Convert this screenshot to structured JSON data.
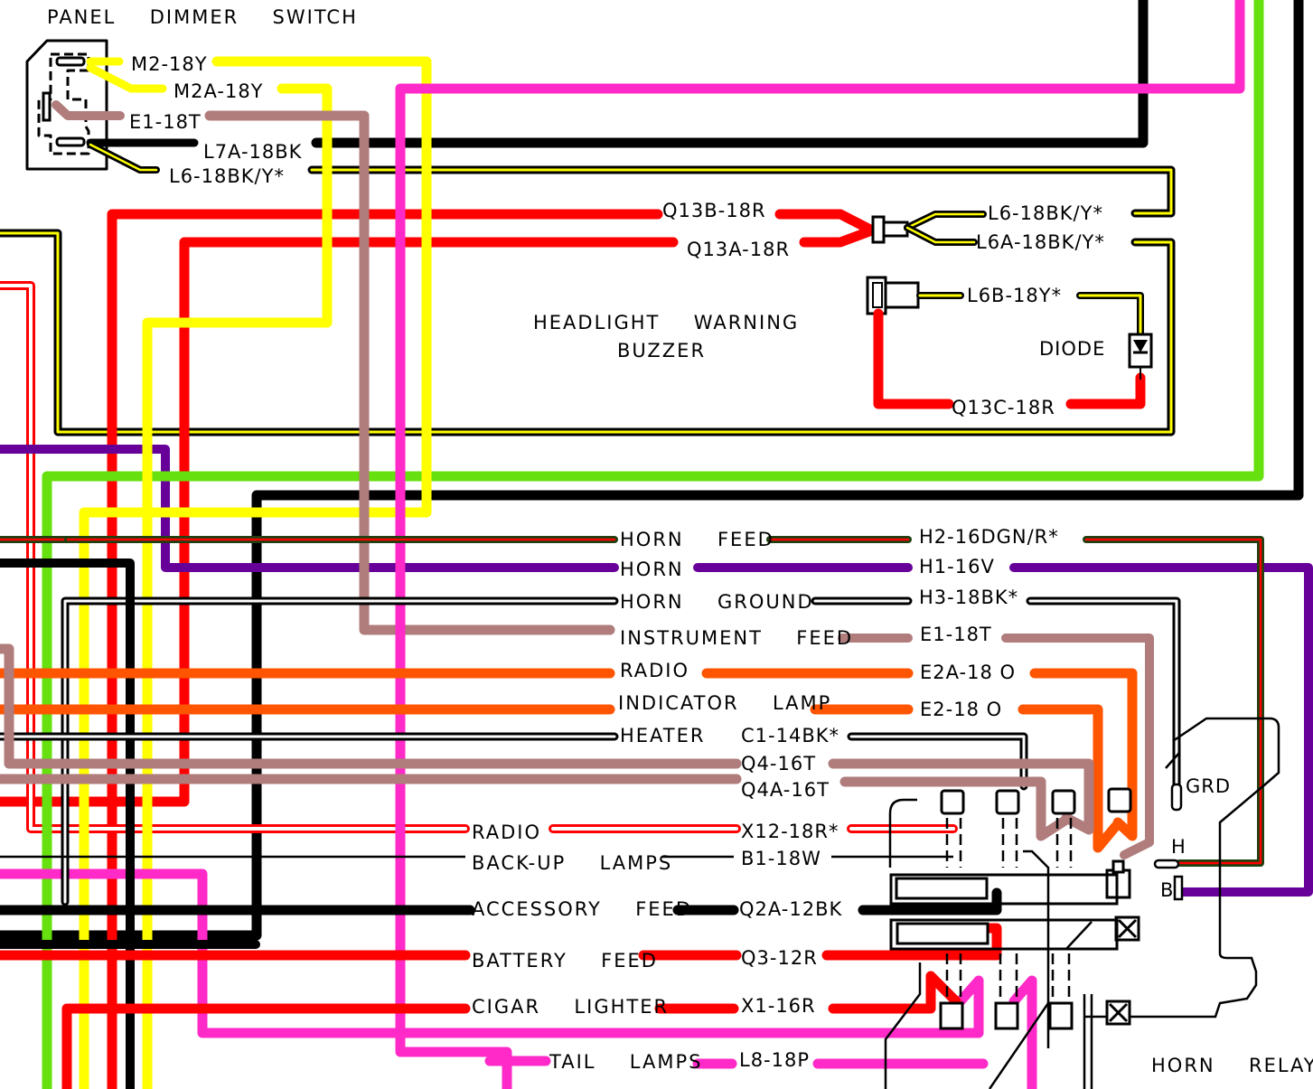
{
  "diagram": {
    "colors": {
      "yellow": "#ffff00",
      "pink": "#ff2ac8",
      "red": "#ff0000",
      "black": "#000000",
      "tan": "#b07c7c",
      "green": "#66e00e",
      "purple": "#660099",
      "orange": "#ff5500",
      "dark_green": "#1f4010"
    },
    "components": {
      "panel_dimmer_switch": "PANEL  DIMMER  SWITCH",
      "headlight_warning_buzzer_line1": "HEADLIGHT  WARNING",
      "headlight_warning_buzzer_line2": "BUZZER",
      "diode": "DIODE",
      "horn_relay": "HORN  RELAY",
      "grd": "GRD",
      "h_terminal": "H",
      "b_terminal": "B"
    },
    "switch_wires": [
      {
        "code": "M2-18Y"
      },
      {
        "code": "M2A-18Y"
      },
      {
        "code": "E1-18T"
      },
      {
        "code": "L7A-18BK"
      },
      {
        "code": "L6-18BK/Y*"
      }
    ],
    "buzzer_wires": [
      {
        "code": "Q13B-18R"
      },
      {
        "code": "Q13A-18R"
      },
      {
        "code": "L6-18BK/Y*"
      },
      {
        "code": "L6A-18BK/Y*"
      },
      {
        "code": "L6B-18Y*"
      },
      {
        "code": "Q13C-18R"
      }
    ],
    "circuits": [
      {
        "function": "HORN  FEED",
        "code": "H2-16DGN/R*"
      },
      {
        "function": "HORN",
        "code": "H1-16V"
      },
      {
        "function": "HORN  GROUND",
        "code": "H3-18BK*"
      },
      {
        "function": "INSTRUMENT  FEED",
        "code": "E1-18T"
      },
      {
        "function": "RADIO",
        "code": "E2A-18 O"
      },
      {
        "function": "INDICATOR  LAMP",
        "code": "E2-18 O"
      },
      {
        "function": "HEATER",
        "code": "C1-14BK*"
      },
      {
        "function": "",
        "code": "Q4-16T"
      },
      {
        "function": "",
        "code": "Q4A-16T"
      },
      {
        "function": "RADIO",
        "code": "X12-18R*"
      },
      {
        "function": "BACK-UP  LAMPS",
        "code": "B1-18W"
      },
      {
        "function": "ACCESSORY  FEED",
        "code": "Q2A-12BK"
      },
      {
        "function": "BATTERY  FEED",
        "code": "Q3-12R"
      },
      {
        "function": "CIGAR  LIGHTER",
        "code": "X1-16R"
      },
      {
        "function": "TAIL  LAMPS",
        "code": "L8-18P"
      }
    ]
  }
}
